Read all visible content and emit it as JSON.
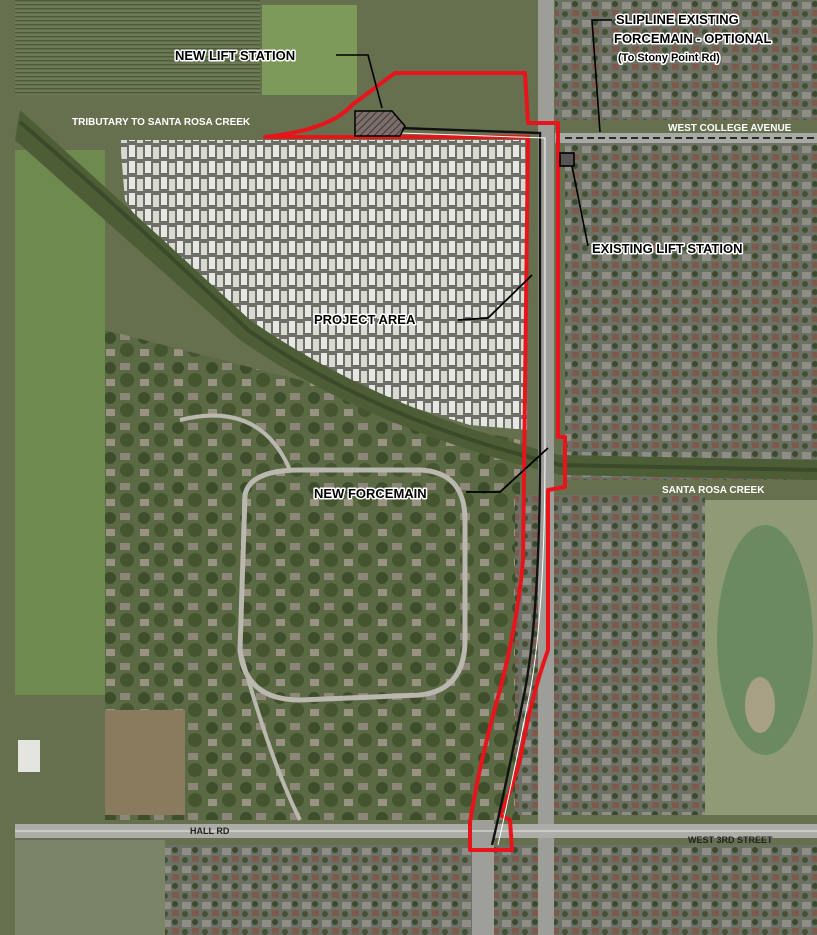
{
  "labels": {
    "new_lift_station": "NEW LIFT STATION",
    "slipline_line1": "SLIPLINE EXISTING",
    "slipline_line2": "FORCEMAIN - OPTIONAL",
    "slipline_line3": "(To Stony Point Rd)",
    "existing_lift_station": "EXISTING LIFT STATION",
    "project_area": "PROJECT AREA",
    "new_forcemain": "NEW FORCEMAIN"
  },
  "roads": {
    "tributary": "TRIBUTARY TO SANTA ROSA CREEK",
    "west_college": "WEST COLLEGE AVENUE",
    "santa_rosa_creek": "SANTA ROSA CREEK",
    "hall_rd": "HALL RD",
    "west_3rd": "WEST 3RD STREET"
  },
  "colors": {
    "project_boundary": "#e8141c",
    "forcemain": "#111111",
    "lift_station_fill": "#555555",
    "leader": "#000000"
  }
}
